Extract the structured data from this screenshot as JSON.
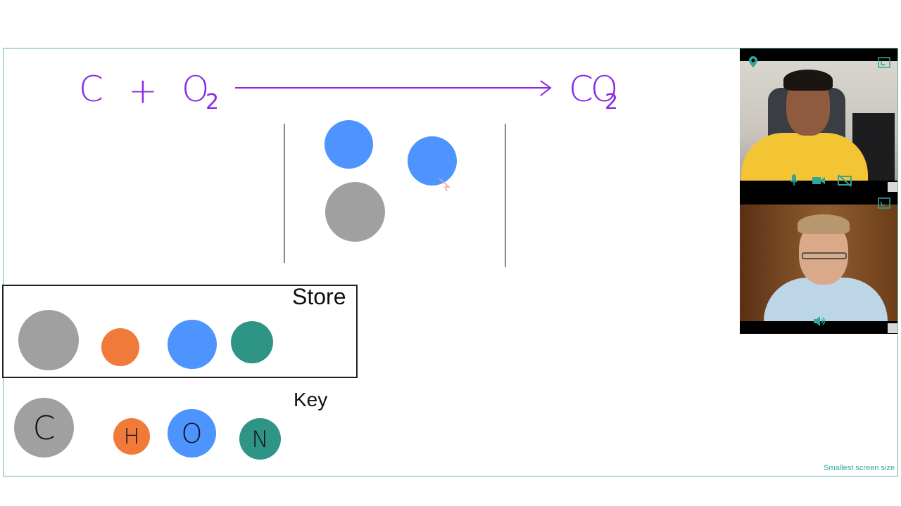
{
  "whiteboard": {
    "equation": {
      "reactant_c": "C",
      "plus": "+",
      "reactant_o": "O",
      "reactant_o_sub": "2",
      "product": "CO",
      "product_sub": "2"
    },
    "store_label": "Store",
    "key_label": "Key",
    "key_items": [
      {
        "letter": "C",
        "color": "#a0a0a0"
      },
      {
        "letter": "H",
        "color": "#f07a3a"
      },
      {
        "letter": "O",
        "color": "#4d94ff"
      },
      {
        "letter": "N",
        "color": "#2e9485"
      }
    ],
    "store_items": [
      {
        "name": "carbon",
        "color": "#a0a0a0"
      },
      {
        "name": "hydrogen",
        "color": "#f07a3a"
      },
      {
        "name": "oxygen",
        "color": "#4d94ff"
      },
      {
        "name": "nitrogen",
        "color": "#2e9485"
      }
    ],
    "screen_size_note": "Smallest screen size",
    "ink_color": "#8a2be2"
  },
  "video_panel": {
    "icons": [
      "pin-icon",
      "fullscreen-icon",
      "microphone-icon",
      "camera-icon",
      "screen-share-off-icon",
      "speaker-icon"
    ]
  }
}
